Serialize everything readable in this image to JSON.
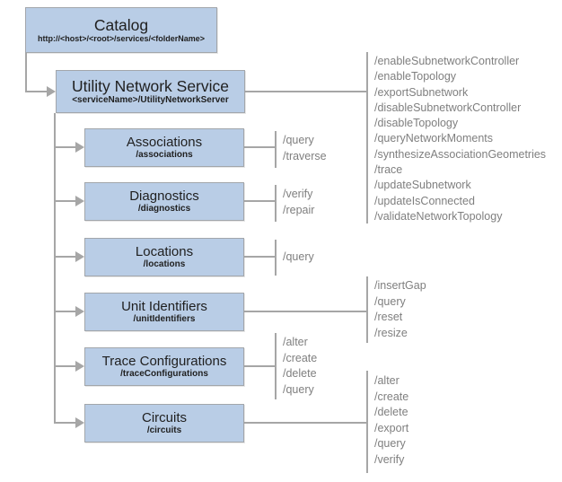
{
  "nodes": {
    "catalog": {
      "title": "Catalog",
      "subtitle": "http://<host>/<root>/services/<folderName>"
    },
    "utility_network_service": {
      "title": "Utility Network Service",
      "subtitle": "<serviceName>/UtilityNetworkServer"
    },
    "associations": {
      "title": "Associations",
      "subtitle": "/associations"
    },
    "diagnostics": {
      "title": "Diagnostics",
      "subtitle": "/diagnostics"
    },
    "locations": {
      "title": "Locations",
      "subtitle": "/locations"
    },
    "unit_identifiers": {
      "title": "Unit Identifiers",
      "subtitle": "/unitIdentifiers"
    },
    "trace_configurations": {
      "title": "Trace Configurations",
      "subtitle": "/traceConfigurations"
    },
    "circuits": {
      "title": "Circuits",
      "subtitle": "/circuits"
    }
  },
  "operations": {
    "utility_network_service": [
      "/enableSubnetworkController",
      "/enableTopology",
      "/exportSubnetwork",
      "/disableSubnetworkController",
      "/disableTopology",
      "/queryNetworkMoments",
      "/synthesizeAssociationGeometries",
      "/trace",
      "/updateSubnetwork",
      "/updateIsConnected",
      "/validateNetworkTopology"
    ],
    "associations": [
      "/query",
      "/traverse"
    ],
    "diagnostics": [
      "/verify",
      "/repair"
    ],
    "locations": [
      "/query"
    ],
    "unit_identifiers": [
      "/insertGap",
      "/query",
      "/reset",
      "/resize"
    ],
    "trace_configurations": [
      "/alter",
      "/create",
      "/delete",
      "/query"
    ],
    "circuits": [
      "/alter",
      "/create",
      "/delete",
      "/export",
      "/query",
      "/verify"
    ]
  },
  "colors": {
    "box_fill": "#b9cde6",
    "box_border": "#a2a6ab",
    "connector": "#a6a6a6",
    "operation_text": "#7f7f7f",
    "title_text": "#1f1f1f"
  }
}
